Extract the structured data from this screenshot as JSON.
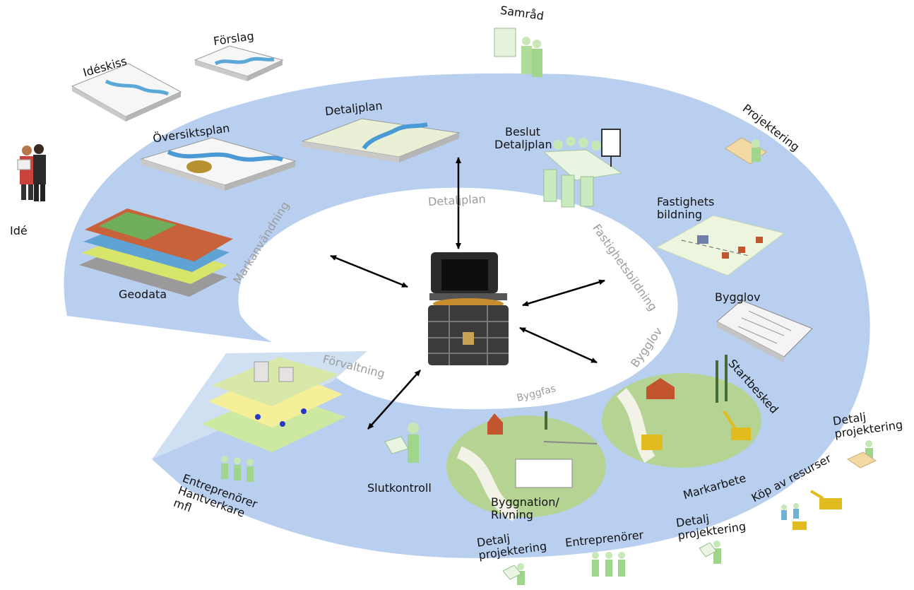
{
  "colors": {
    "band": "#b9cfef",
    "inner": "#ffffff",
    "ring_text": "#9c9c9c",
    "label_text": "#111111",
    "arrow": "#000000",
    "green_zone": "#b5d392",
    "figure_green": "#9fd68c"
  },
  "center": {
    "icon": "treasure-chest-icon"
  },
  "ring_labels": {
    "markanvandning": "Markanvändning",
    "detaljplan": "Detaljplan",
    "fastighetsbildning": "Fastighetsbildning",
    "bygglov": "Bygglov",
    "byggfas": "Byggfas",
    "forvaltning": "Förvaltning"
  },
  "labels": {
    "ide": "Idé",
    "ideskiss": "Idéskiss",
    "forslag": "Förslag",
    "samrad": "Samråd",
    "projektering": "Projektering",
    "oversiktsplan": "Översiktsplan",
    "detaljplan": "Detaljplan",
    "beslut_detaljplan": "Beslut Detaljplan",
    "fastighetsbildning": "Fastighets bildning",
    "geodata": "Geodata",
    "bygglov": "Bygglov",
    "startbesked": "Startbesked",
    "detalj_projektering_right": "Detalj projektering",
    "kop_av_resurser": "Köp av resurser",
    "markarbete": "Markarbete",
    "detalj_projektering_mid": "Detalj projektering",
    "entreprenorer": "Entreprenörer",
    "detalj_projektering_left": "Detalj projektering",
    "byggnation": "Byggnation/ Rivning",
    "slutkontroll": "Slutkontroll",
    "entreprenorer_hantverkare": "Entreprenörer Hantverkare mfl"
  },
  "illustrations": {
    "ide": "people-reading-plan-icon",
    "ideskiss": "sketch-map-icon",
    "forslag": "proposal-map-icon",
    "samrad": "consultation-people-icon",
    "projektering": "designer-at-desk-icon",
    "oversiktsplan": "overview-map-icon",
    "detaljplan": "detail-plan-map-icon",
    "beslut": "council-meeting-icon",
    "fastighetsbildning": "property-parcels-icon",
    "geodata": "geodata-layers-icon",
    "bygglov": "building-permit-drawing-icon",
    "markarbete": "groundwork-excavator-icon",
    "byggnation": "construction-site-icon",
    "slutkontroll": "inspector-icon",
    "forvaltning": "city-network-layers-icon",
    "resurser": "machines-and-workers-icon",
    "workers": "workers-icon"
  }
}
